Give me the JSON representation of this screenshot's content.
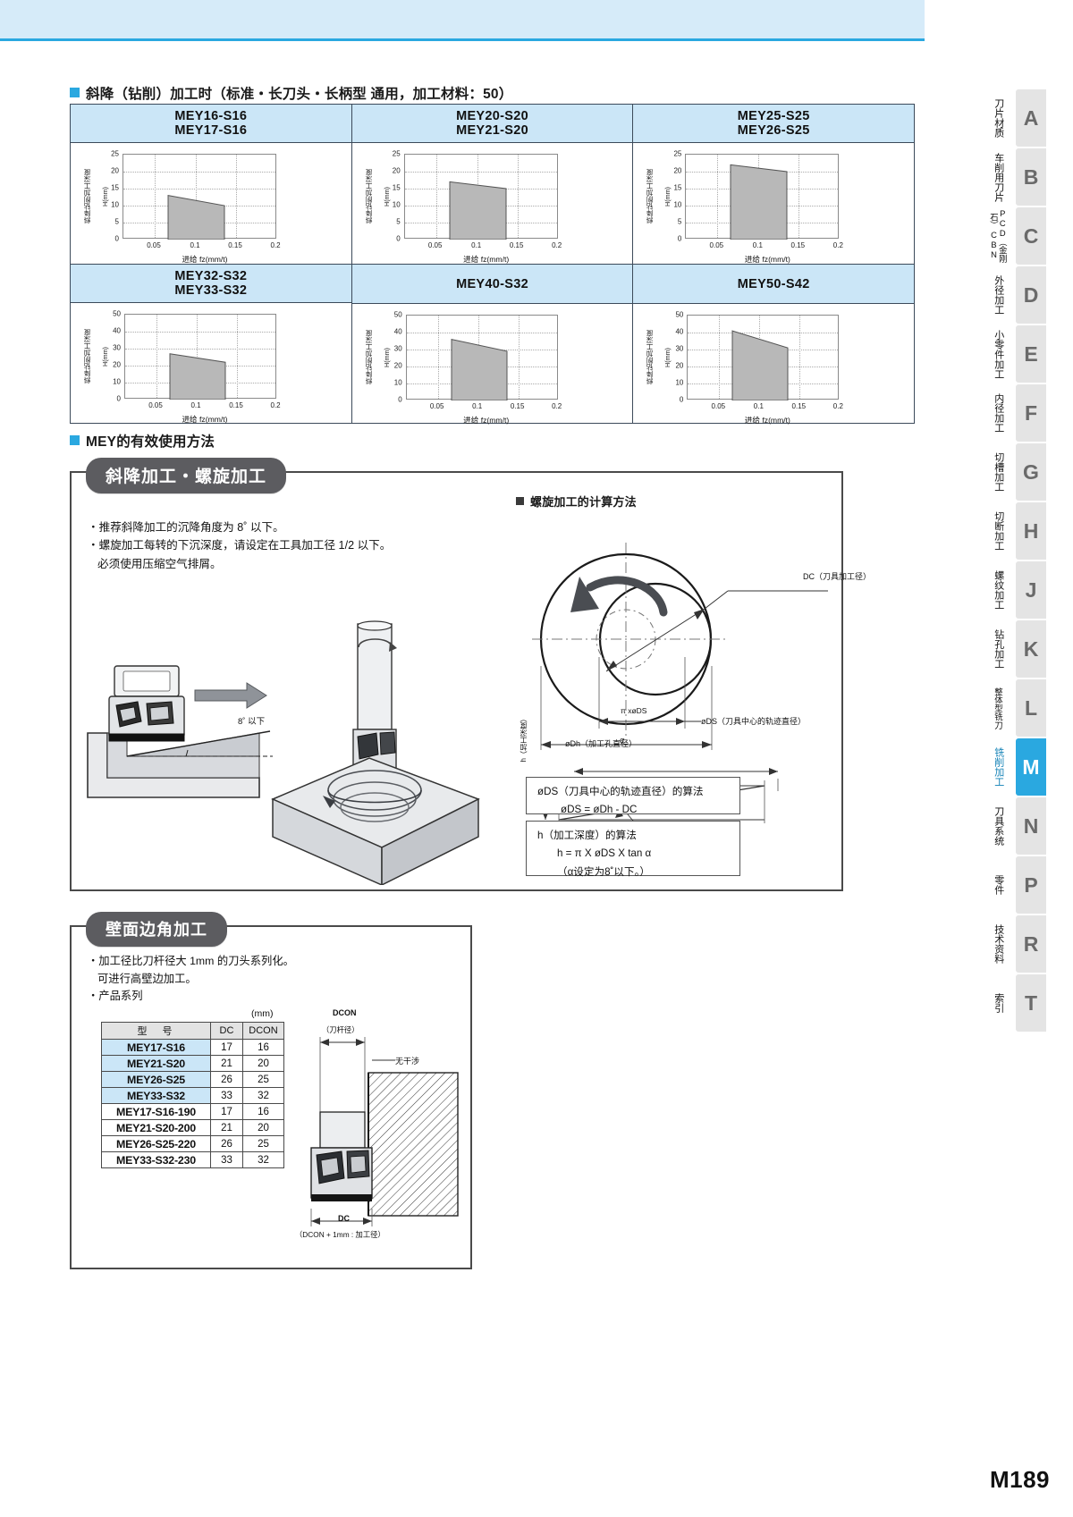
{
  "page": {
    "number": "M189"
  },
  "sections": {
    "ramping": {
      "heading": "斜降（钻削）加工时（标准・长刀头・长柄型 通用，加工材料：50）"
    },
    "usage": {
      "heading": "MEY的有效使用方法"
    }
  },
  "chart_data": [
    {
      "type": "area",
      "title_lines": [
        "MEY16-S16",
        "MEY17-S16"
      ],
      "xlabel": "进给 fz(mm/t)",
      "ylabel": "斜降钻削加工深度",
      "ylabel_unit": "H(mm)",
      "xticks": [
        "0.05",
        "0.1",
        "0.15",
        "0.2"
      ],
      "yticks": [
        "0",
        "5",
        "10",
        "15",
        "20",
        "25"
      ],
      "xlim": [
        0.025,
        0.215
      ],
      "ylim": [
        0,
        25
      ],
      "band": {
        "x_start": 0.08,
        "x_end": 0.15,
        "y_start": 13,
        "y_end": 10
      }
    },
    {
      "type": "area",
      "title_lines": [
        "MEY20-S20",
        "MEY21-S20"
      ],
      "xlabel": "进给 fz(mm/t)",
      "ylabel": "斜降钻削加工深度",
      "ylabel_unit": "H(mm)",
      "xticks": [
        "0.05",
        "0.1",
        "0.15",
        "0.2"
      ],
      "yticks": [
        "0",
        "5",
        "10",
        "15",
        "20",
        "25"
      ],
      "xlim": [
        0.025,
        0.215
      ],
      "ylim": [
        0,
        25
      ],
      "band": {
        "x_start": 0.08,
        "x_end": 0.15,
        "y_start": 17,
        "y_end": 15
      }
    },
    {
      "type": "area",
      "title_lines": [
        "MEY25-S25",
        "MEY26-S25"
      ],
      "xlabel": "进给 fz(mm/t)",
      "ylabel": "斜降钻削加工深度",
      "ylabel_unit": "H(mm)",
      "xticks": [
        "0.05",
        "0.1",
        "0.15",
        "0.2"
      ],
      "yticks": [
        "0",
        "5",
        "10",
        "15",
        "20",
        "25"
      ],
      "xlim": [
        0.025,
        0.215
      ],
      "ylim": [
        0,
        25
      ],
      "band": {
        "x_start": 0.08,
        "x_end": 0.15,
        "y_start": 22,
        "y_end": 20
      }
    },
    {
      "type": "area",
      "title_lines": [
        "MEY32-S32",
        "MEY33-S32"
      ],
      "xlabel": "进给 fz(mm/t)",
      "ylabel": "斜降钻削加工深度",
      "ylabel_unit": "H(mm)",
      "xticks": [
        "0.05",
        "0.1",
        "0.15",
        "0.2"
      ],
      "yticks": [
        "0",
        "10",
        "20",
        "30",
        "40",
        "50"
      ],
      "xlim": [
        0.025,
        0.215
      ],
      "ylim": [
        0,
        50
      ],
      "band": {
        "x_start": 0.08,
        "x_end": 0.15,
        "y_start": 27,
        "y_end": 22
      }
    },
    {
      "type": "area",
      "title_lines": [
        "MEY40-S32"
      ],
      "xlabel": "进给 fz(mm/t)",
      "ylabel": "斜降钻削加工深度",
      "ylabel_unit": "H(mm)",
      "xticks": [
        "0.05",
        "0.1",
        "0.15",
        "0.2"
      ],
      "yticks": [
        "0",
        "10",
        "20",
        "30",
        "40",
        "50"
      ],
      "xlim": [
        0.025,
        0.215
      ],
      "ylim": [
        0,
        50
      ],
      "band": {
        "x_start": 0.08,
        "x_end": 0.15,
        "y_start": 36,
        "y_end": 29
      }
    },
    {
      "type": "area",
      "title_lines": [
        "MEY50-S42"
      ],
      "xlabel": "进给 fz(mm/t)",
      "ylabel": "斜降钻削加工深度",
      "ylabel_unit": "H(mm)",
      "xticks": [
        "0.05",
        "0.1",
        "0.15",
        "0.2"
      ],
      "yticks": [
        "0",
        "10",
        "20",
        "30",
        "40",
        "50"
      ],
      "xlim": [
        0.025,
        0.215
      ],
      "ylim": [
        0,
        50
      ],
      "band": {
        "x_start": 0.08,
        "x_end": 0.15,
        "y_start": 41,
        "y_end": 31
      }
    }
  ],
  "ramp_panel": {
    "title": "斜降加工・螺旋加工",
    "bullets": [
      "・推荐斜降加工的沉降角度为 8˚ 以下。",
      "・螺旋加工每转的下沉深度，请设定在工具加工径 1/2 以下。",
      "必须使用压缩空气排屑。"
    ],
    "angle_note": "8˚ 以下",
    "right_heading": "螺旋加工的计算方法",
    "labels": {
      "dc": "DC（刀具加工径）",
      "ods": "øDS（刀具中心的轨迹直径）",
      "odh": "øDh（加工孔直径）",
      "h": "h（加工深度）",
      "pi_ods": "π xøDS",
      "alpha": "α"
    },
    "formula_box1": {
      "line1": "øDS（刀具中心的轨迹直径）的算法",
      "line2": "øDS = øDh - DC"
    },
    "formula_box2": {
      "line1": "h（加工深度）的算法",
      "line2": "h = π X øDS X tan α",
      "line3": "（α设定为8˚以下。）"
    }
  },
  "wall_panel": {
    "title": "壁面边角加工",
    "bullets": [
      "・加工径比刀杆径大 1mm 的刀头系列化。",
      "可进行高壁边加工。",
      "・产品系列"
    ],
    "unit": "(mm)",
    "table": {
      "headers": [
        "型　号",
        "DC",
        "DCON"
      ],
      "rows": [
        {
          "model": "MEY17-S16",
          "dc": "17",
          "dcon": "16",
          "highlight": true
        },
        {
          "model": "MEY21-S20",
          "dc": "21",
          "dcon": "20",
          "highlight": true
        },
        {
          "model": "MEY26-S25",
          "dc": "26",
          "dcon": "25",
          "highlight": true
        },
        {
          "model": "MEY33-S32",
          "dc": "33",
          "dcon": "32",
          "highlight": true
        },
        {
          "model": "MEY17-S16-190",
          "dc": "17",
          "dcon": "16",
          "highlight": false
        },
        {
          "model": "MEY21-S20-200",
          "dc": "21",
          "dcon": "20",
          "highlight": false
        },
        {
          "model": "MEY26-S25-220",
          "dc": "26",
          "dcon": "25",
          "highlight": false
        },
        {
          "model": "MEY33-S32-230",
          "dc": "33",
          "dcon": "32",
          "highlight": false
        }
      ]
    },
    "figure": {
      "dcon": "DCON",
      "dcon_sub": "（刀杆径）",
      "no_interference": "无干涉",
      "dc": "DC",
      "dc_sub": "（DCON + 1mm : 加工径）"
    }
  },
  "sidebar": {
    "active": "M",
    "tabs": [
      {
        "letter": "A",
        "label": "刀片材质"
      },
      {
        "letter": "B",
        "label": "车削用刀片"
      },
      {
        "letter": "C",
        "label": "PCD（金刚石）CBN"
      },
      {
        "letter": "D",
        "label": "外径加工"
      },
      {
        "letter": "E",
        "label": "小零件加工"
      },
      {
        "letter": "F",
        "label": "内径加工"
      },
      {
        "letter": "G",
        "label": "切槽加工"
      },
      {
        "letter": "H",
        "label": "切断加工"
      },
      {
        "letter": "J",
        "label": "螺纹加工"
      },
      {
        "letter": "K",
        "label": "钻孔加工"
      },
      {
        "letter": "L",
        "label": "整体型铣刀"
      },
      {
        "letter": "M",
        "label": "铣削加工"
      },
      {
        "letter": "N",
        "label": "刀具系统"
      },
      {
        "letter": "P",
        "label": "零件"
      },
      {
        "letter": "R",
        "label": "技术资料"
      },
      {
        "letter": "T",
        "label": "索引"
      }
    ]
  }
}
